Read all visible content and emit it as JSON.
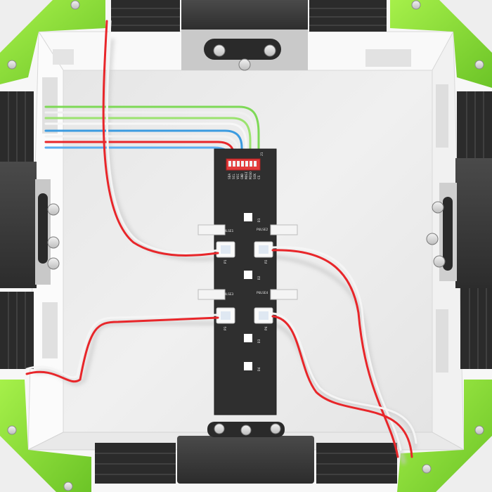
{
  "scene": {
    "description_free": true,
    "colors": {
      "background": "#ffffff",
      "enclosure_floor": "#ededed",
      "enclosure_wall": "#f6f6f6",
      "corner_bracket": "#8fe034",
      "pad_rubber": "#2b2b2b",
      "clamp_plate": "#3a3a3a",
      "pcb": "#2f2f2f",
      "wire_red": "#e8262a",
      "wire_white": "#f4f4f4",
      "wire_green": "#7ed957",
      "wire_blue": "#3b9be0",
      "connector": "#e23a3a"
    },
    "pcb_labels": {
      "connector_pins": [
        "SDA",
        "SCL",
        "VCC",
        "GND",
        "MOSI",
        "MISO",
        "SCK",
        "CS"
      ],
      "header": "J1",
      "sensors": [
        "D1",
        "D2",
        "D3",
        "D4"
      ],
      "terminals": [
        "P1",
        "P2",
        "P3",
        "P4"
      ],
      "side_labels": [
        "PULSE1",
        "PULSE2",
        "PULSE3",
        "PULSE4"
      ]
    }
  }
}
